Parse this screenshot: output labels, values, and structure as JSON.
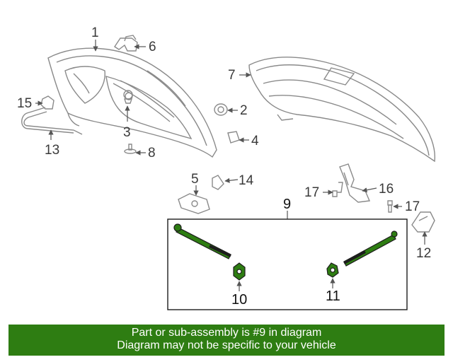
{
  "diagram": {
    "callouts": [
      "1",
      "2",
      "3",
      "4",
      "5",
      "6",
      "7",
      "8",
      "9",
      "10",
      "11",
      "12",
      "13",
      "14",
      "15",
      "16",
      "17",
      "17"
    ],
    "colors": {
      "line": "#8a8a8a",
      "highlight_fill": "#2e7d12",
      "highlight_outline": "#1d1d1d",
      "banner_bg": "#2e7d12",
      "banner_text": "#ffffff"
    },
    "icons": [
      "hood-inner-panel-icon",
      "hood-outer-panel-icon",
      "support-rod-icon",
      "clip-icon",
      "bolt-icon",
      "hinge-icon",
      "lift-support-strut-icon",
      "ball-stud-icon",
      "bracket-icon",
      "bumper-icon"
    ]
  },
  "banner": {
    "line1": "Part or sub-assembly is #9 in diagram",
    "line2": "Diagram may not be specific to your vehicle"
  }
}
